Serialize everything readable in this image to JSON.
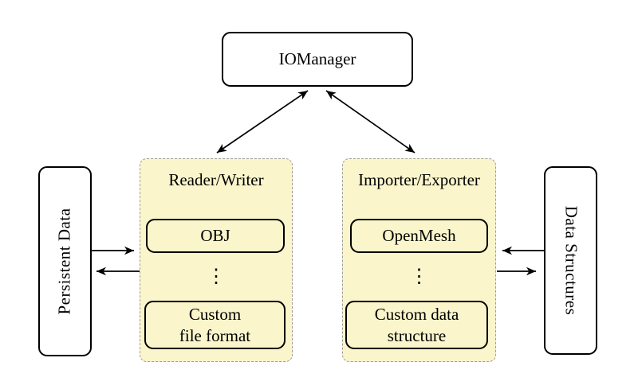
{
  "nodes": {
    "iomanager": {
      "label": "IOManager"
    },
    "persistent_data": {
      "label": "Persistent Data"
    },
    "data_structures": {
      "label": "Data Structures"
    }
  },
  "panels": {
    "reader_writer": {
      "title": "Reader/Writer",
      "ellipsis": "⋮",
      "items": [
        {
          "label": "OBJ"
        },
        {
          "line1": "Custom",
          "line2": "file format"
        }
      ]
    },
    "importer_exporter": {
      "title": "Importer/Exporter",
      "ellipsis": "⋮",
      "items": [
        {
          "label": "OpenMesh"
        },
        {
          "line1": "Custom data",
          "line2": "structure"
        }
      ]
    }
  },
  "colors": {
    "background": "#ffffff",
    "panel_fill": "#faf5cb",
    "panel_border": "#9e9e9e",
    "box_fill": "#ffffff",
    "inner_box_fill": "#faf5cb",
    "box_border": "#000000",
    "arrow": "#000000",
    "text": "#000000"
  }
}
